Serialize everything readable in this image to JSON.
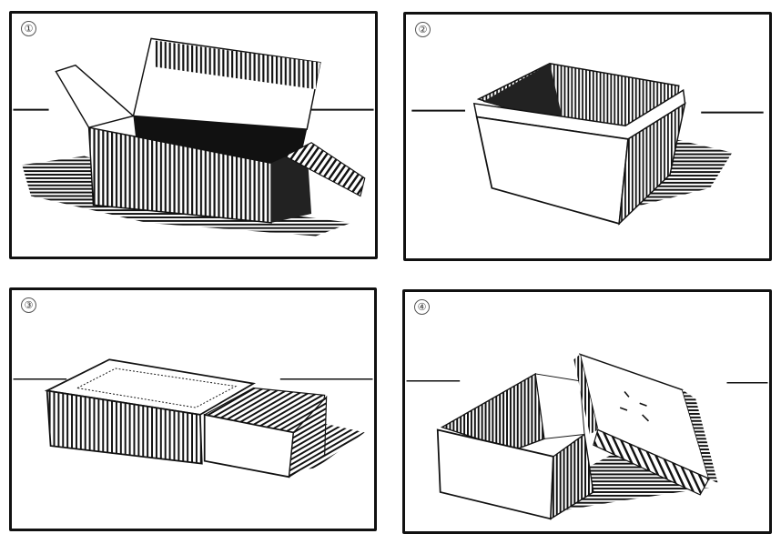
{
  "figure": {
    "panels": [
      {
        "label": "①",
        "description": "Open corrugated cardboard box with flaps"
      },
      {
        "label": "②",
        "description": "Open-top shallow basket/tray box"
      },
      {
        "label": "③",
        "description": "Sliding matchbox-style drawer box"
      },
      {
        "label": "④",
        "description": "Box with separate lifted lid"
      }
    ]
  },
  "style": {
    "ink_color": "#111111",
    "paper_color": "#ffffff"
  }
}
